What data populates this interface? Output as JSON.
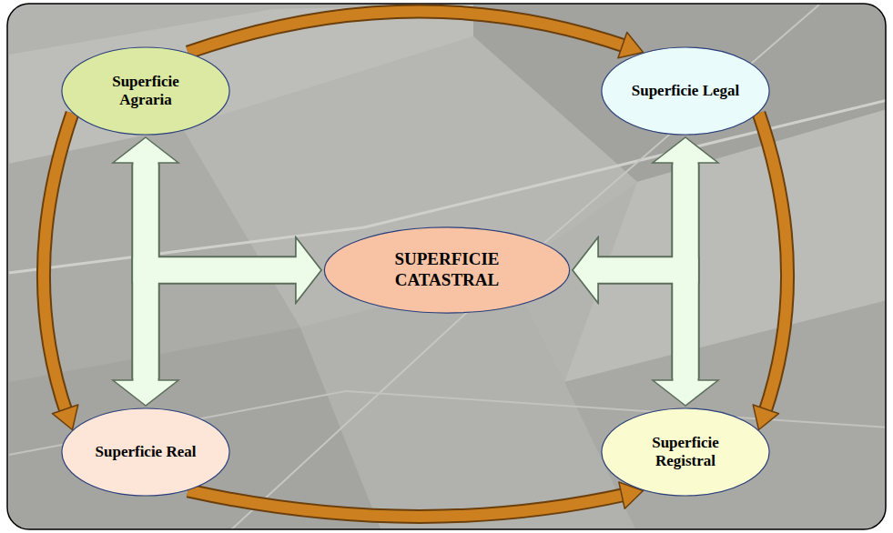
{
  "diagram": {
    "nodes": [
      {
        "text": [
          "Superficie Agraria"
        ]
      },
      {
        "text": [
          "Superficie Legal"
        ]
      },
      {
        "text": [
          "SUPERFICIE CATASTRAL"
        ]
      },
      {
        "text": [
          "Superficie Real"
        ]
      },
      {
        "text": [
          "Superficie Registral"
        ]
      }
    ],
    "edges": [
      {
        "from": 0,
        "to": 1,
        "arrow": "to"
      },
      {
        "from": 1,
        "to": 4,
        "arrow": "to"
      },
      {
        "from": 3,
        "to": 4,
        "arrow": "to"
      },
      {
        "from": 0,
        "to": 3,
        "arrow": "to"
      },
      {
        "from": 0,
        "to": 3,
        "arrow": "both"
      },
      {
        "from": 0,
        "to": 2,
        "arrow": "to"
      },
      {
        "from": 3,
        "to": 2,
        "arrow": "to"
      },
      {
        "from": 1,
        "to": 4,
        "arrow": "both"
      },
      {
        "from": 1,
        "to": 2,
        "arrow": "to"
      },
      {
        "from": 4,
        "to": 2,
        "arrow": "to"
      }
    ]
  }
}
